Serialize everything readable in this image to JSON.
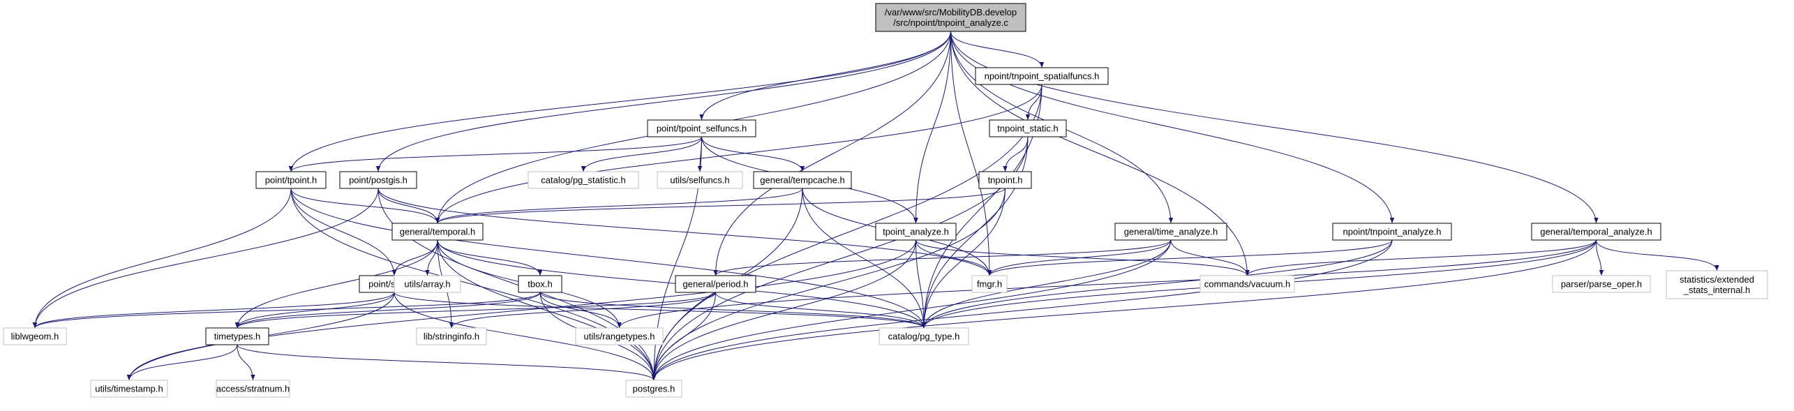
{
  "colors": {
    "edge": "#191970",
    "root_fill": "#bfbfbf",
    "node_border": "#000000",
    "external_border": "#bfbfbf",
    "text": "#000000"
  },
  "nodes": [
    {
      "id": "root",
      "lines": [
        "/var/www/src/MobilityDB.develop",
        "/src/npoint/tnpoint_analyze.c"
      ],
      "kind": "root"
    },
    {
      "id": "tnpoint_spatialfuncs",
      "lines": [
        "npoint/tnpoint_spatialfuncs.h"
      ],
      "kind": "header"
    },
    {
      "id": "tpoint_selfuncs",
      "lines": [
        "point/tpoint_selfuncs.h"
      ],
      "kind": "header"
    },
    {
      "id": "tnpoint_static",
      "lines": [
        "tnpoint_static.h"
      ],
      "kind": "header"
    },
    {
      "id": "tpoint",
      "lines": [
        "point/tpoint.h"
      ],
      "kind": "header"
    },
    {
      "id": "postgis",
      "lines": [
        "point/postgis.h"
      ],
      "kind": "header"
    },
    {
      "id": "pg_statistic",
      "lines": [
        "catalog/pg_statistic.h"
      ],
      "kind": "external"
    },
    {
      "id": "selfuncs",
      "lines": [
        "utils/selfuncs.h"
      ],
      "kind": "external"
    },
    {
      "id": "tempcache",
      "lines": [
        "general/tempcache.h"
      ],
      "kind": "header"
    },
    {
      "id": "tnpoint",
      "lines": [
        "tnpoint.h"
      ],
      "kind": "header"
    },
    {
      "id": "temporal",
      "lines": [
        "general/temporal.h"
      ],
      "kind": "header"
    },
    {
      "id": "tpoint_analyze",
      "lines": [
        "tpoint_analyze.h"
      ],
      "kind": "header"
    },
    {
      "id": "time_analyze",
      "lines": [
        "general/time_analyze.h"
      ],
      "kind": "header"
    },
    {
      "id": "tnpoint_analyze",
      "lines": [
        "npoint/tnpoint_analyze.h"
      ],
      "kind": "header"
    },
    {
      "id": "temporal_analyze",
      "lines": [
        "general/temporal_analyze.h"
      ],
      "kind": "header"
    },
    {
      "id": "stbox",
      "lines": [
        "point/stbox.h"
      ],
      "kind": "header"
    },
    {
      "id": "array",
      "lines": [
        "utils/array.h"
      ],
      "kind": "external"
    },
    {
      "id": "tbox",
      "lines": [
        "tbox.h"
      ],
      "kind": "header"
    },
    {
      "id": "period",
      "lines": [
        "general/period.h"
      ],
      "kind": "header"
    },
    {
      "id": "fmgr",
      "lines": [
        "fmgr.h"
      ],
      "kind": "external"
    },
    {
      "id": "vacuum",
      "lines": [
        "commands/vacuum.h"
      ],
      "kind": "external"
    },
    {
      "id": "parse_oper",
      "lines": [
        "parser/parse_oper.h"
      ],
      "kind": "external"
    },
    {
      "id": "extended_stats",
      "lines": [
        "statistics/extended",
        "_stats_internal.h"
      ],
      "kind": "external"
    },
    {
      "id": "liblwgeom",
      "lines": [
        "liblwgeom.h"
      ],
      "kind": "external"
    },
    {
      "id": "timetypes",
      "lines": [
        "timetypes.h"
      ],
      "kind": "header"
    },
    {
      "id": "stringinfo",
      "lines": [
        "lib/stringinfo.h"
      ],
      "kind": "external"
    },
    {
      "id": "rangetypes",
      "lines": [
        "utils/rangetypes.h"
      ],
      "kind": "external"
    },
    {
      "id": "pg_type",
      "lines": [
        "catalog/pg_type.h"
      ],
      "kind": "external"
    },
    {
      "id": "timestamp",
      "lines": [
        "utils/timestamp.h"
      ],
      "kind": "external"
    },
    {
      "id": "stratnum",
      "lines": [
        "access/stratnum.h"
      ],
      "kind": "external"
    },
    {
      "id": "postgres",
      "lines": [
        "postgres.h"
      ],
      "kind": "external"
    }
  ],
  "edges": [
    [
      "root",
      "tnpoint_spatialfuncs"
    ],
    [
      "root",
      "tpoint_selfuncs"
    ],
    [
      "root",
      "tpoint"
    ],
    [
      "root",
      "postgis"
    ],
    [
      "root",
      "temporal"
    ],
    [
      "root",
      "tpoint_analyze"
    ],
    [
      "root",
      "time_analyze"
    ],
    [
      "root",
      "tnpoint_analyze"
    ],
    [
      "root",
      "temporal_analyze"
    ],
    [
      "root",
      "period"
    ],
    [
      "root",
      "vacuum"
    ],
    [
      "root",
      "fmgr"
    ],
    [
      "tnpoint_spatialfuncs",
      "tnpoint_static"
    ],
    [
      "tnpoint_spatialfuncs",
      "temporal"
    ],
    [
      "tnpoint_spatialfuncs",
      "pg_type"
    ],
    [
      "tnpoint_spatialfuncs",
      "postgres"
    ],
    [
      "tnpoint_static",
      "tnpoint"
    ],
    [
      "tnpoint_static",
      "pg_type"
    ],
    [
      "tnpoint_static",
      "postgres"
    ],
    [
      "tnpoint",
      "temporal"
    ],
    [
      "tnpoint",
      "pg_type"
    ],
    [
      "tnpoint",
      "postgres"
    ],
    [
      "tpoint_selfuncs",
      "tpoint"
    ],
    [
      "tpoint_selfuncs",
      "pg_statistic"
    ],
    [
      "tpoint_selfuncs",
      "selfuncs"
    ],
    [
      "tpoint_selfuncs",
      "tempcache"
    ],
    [
      "tpoint_selfuncs",
      "tpoint_analyze"
    ],
    [
      "tpoint_selfuncs",
      "postgres"
    ],
    [
      "tpoint",
      "liblwgeom"
    ],
    [
      "tpoint",
      "stbox"
    ],
    [
      "tpoint",
      "temporal"
    ],
    [
      "tpoint",
      "pg_type"
    ],
    [
      "tpoint",
      "postgres"
    ],
    [
      "postgis",
      "liblwgeom"
    ],
    [
      "postgis",
      "temporal"
    ],
    [
      "postgis",
      "fmgr"
    ],
    [
      "postgis",
      "postgres"
    ],
    [
      "tempcache",
      "temporal"
    ],
    [
      "tempcache",
      "fmgr"
    ],
    [
      "tempcache",
      "pg_type"
    ],
    [
      "tempcache",
      "postgres"
    ],
    [
      "temporal",
      "stbox"
    ],
    [
      "temporal",
      "array"
    ],
    [
      "temporal",
      "tbox"
    ],
    [
      "temporal",
      "timetypes"
    ],
    [
      "temporal",
      "stringinfo"
    ],
    [
      "temporal",
      "rangetypes"
    ],
    [
      "temporal",
      "pg_type"
    ],
    [
      "temporal",
      "postgres"
    ],
    [
      "tpoint_analyze",
      "fmgr"
    ],
    [
      "tpoint_analyze",
      "vacuum"
    ],
    [
      "tpoint_analyze",
      "pg_type"
    ],
    [
      "tpoint_analyze",
      "postgres"
    ],
    [
      "tpoint_analyze",
      "timestamp"
    ],
    [
      "time_analyze",
      "period"
    ],
    [
      "time_analyze",
      "fmgr"
    ],
    [
      "time_analyze",
      "vacuum"
    ],
    [
      "time_analyze",
      "pg_type"
    ],
    [
      "time_analyze",
      "postgres"
    ],
    [
      "tnpoint_analyze",
      "fmgr"
    ],
    [
      "tnpoint_analyze",
      "pg_type"
    ],
    [
      "tnpoint_analyze",
      "postgres"
    ],
    [
      "temporal_analyze",
      "vacuum"
    ],
    [
      "temporal_analyze",
      "parse_oper"
    ],
    [
      "temporal_analyze",
      "extended_stats"
    ],
    [
      "temporal_analyze",
      "pg_type"
    ],
    [
      "temporal_analyze",
      "rangetypes"
    ],
    [
      "temporal_analyze",
      "postgres"
    ],
    [
      "stbox",
      "liblwgeom"
    ],
    [
      "stbox",
      "timetypes"
    ],
    [
      "stbox",
      "timestamp"
    ],
    [
      "stbox",
      "pg_type"
    ],
    [
      "stbox",
      "postgres"
    ],
    [
      "tbox",
      "timetypes"
    ],
    [
      "tbox",
      "rangetypes"
    ],
    [
      "tbox",
      "pg_type"
    ],
    [
      "tbox",
      "postgres"
    ],
    [
      "tbox",
      "liblwgeom"
    ],
    [
      "period",
      "timetypes"
    ],
    [
      "period",
      "stringinfo"
    ],
    [
      "period",
      "pg_type"
    ],
    [
      "period",
      "postgres"
    ],
    [
      "timetypes",
      "timestamp"
    ],
    [
      "timetypes",
      "stratnum"
    ],
    [
      "timetypes",
      "postgres"
    ]
  ]
}
